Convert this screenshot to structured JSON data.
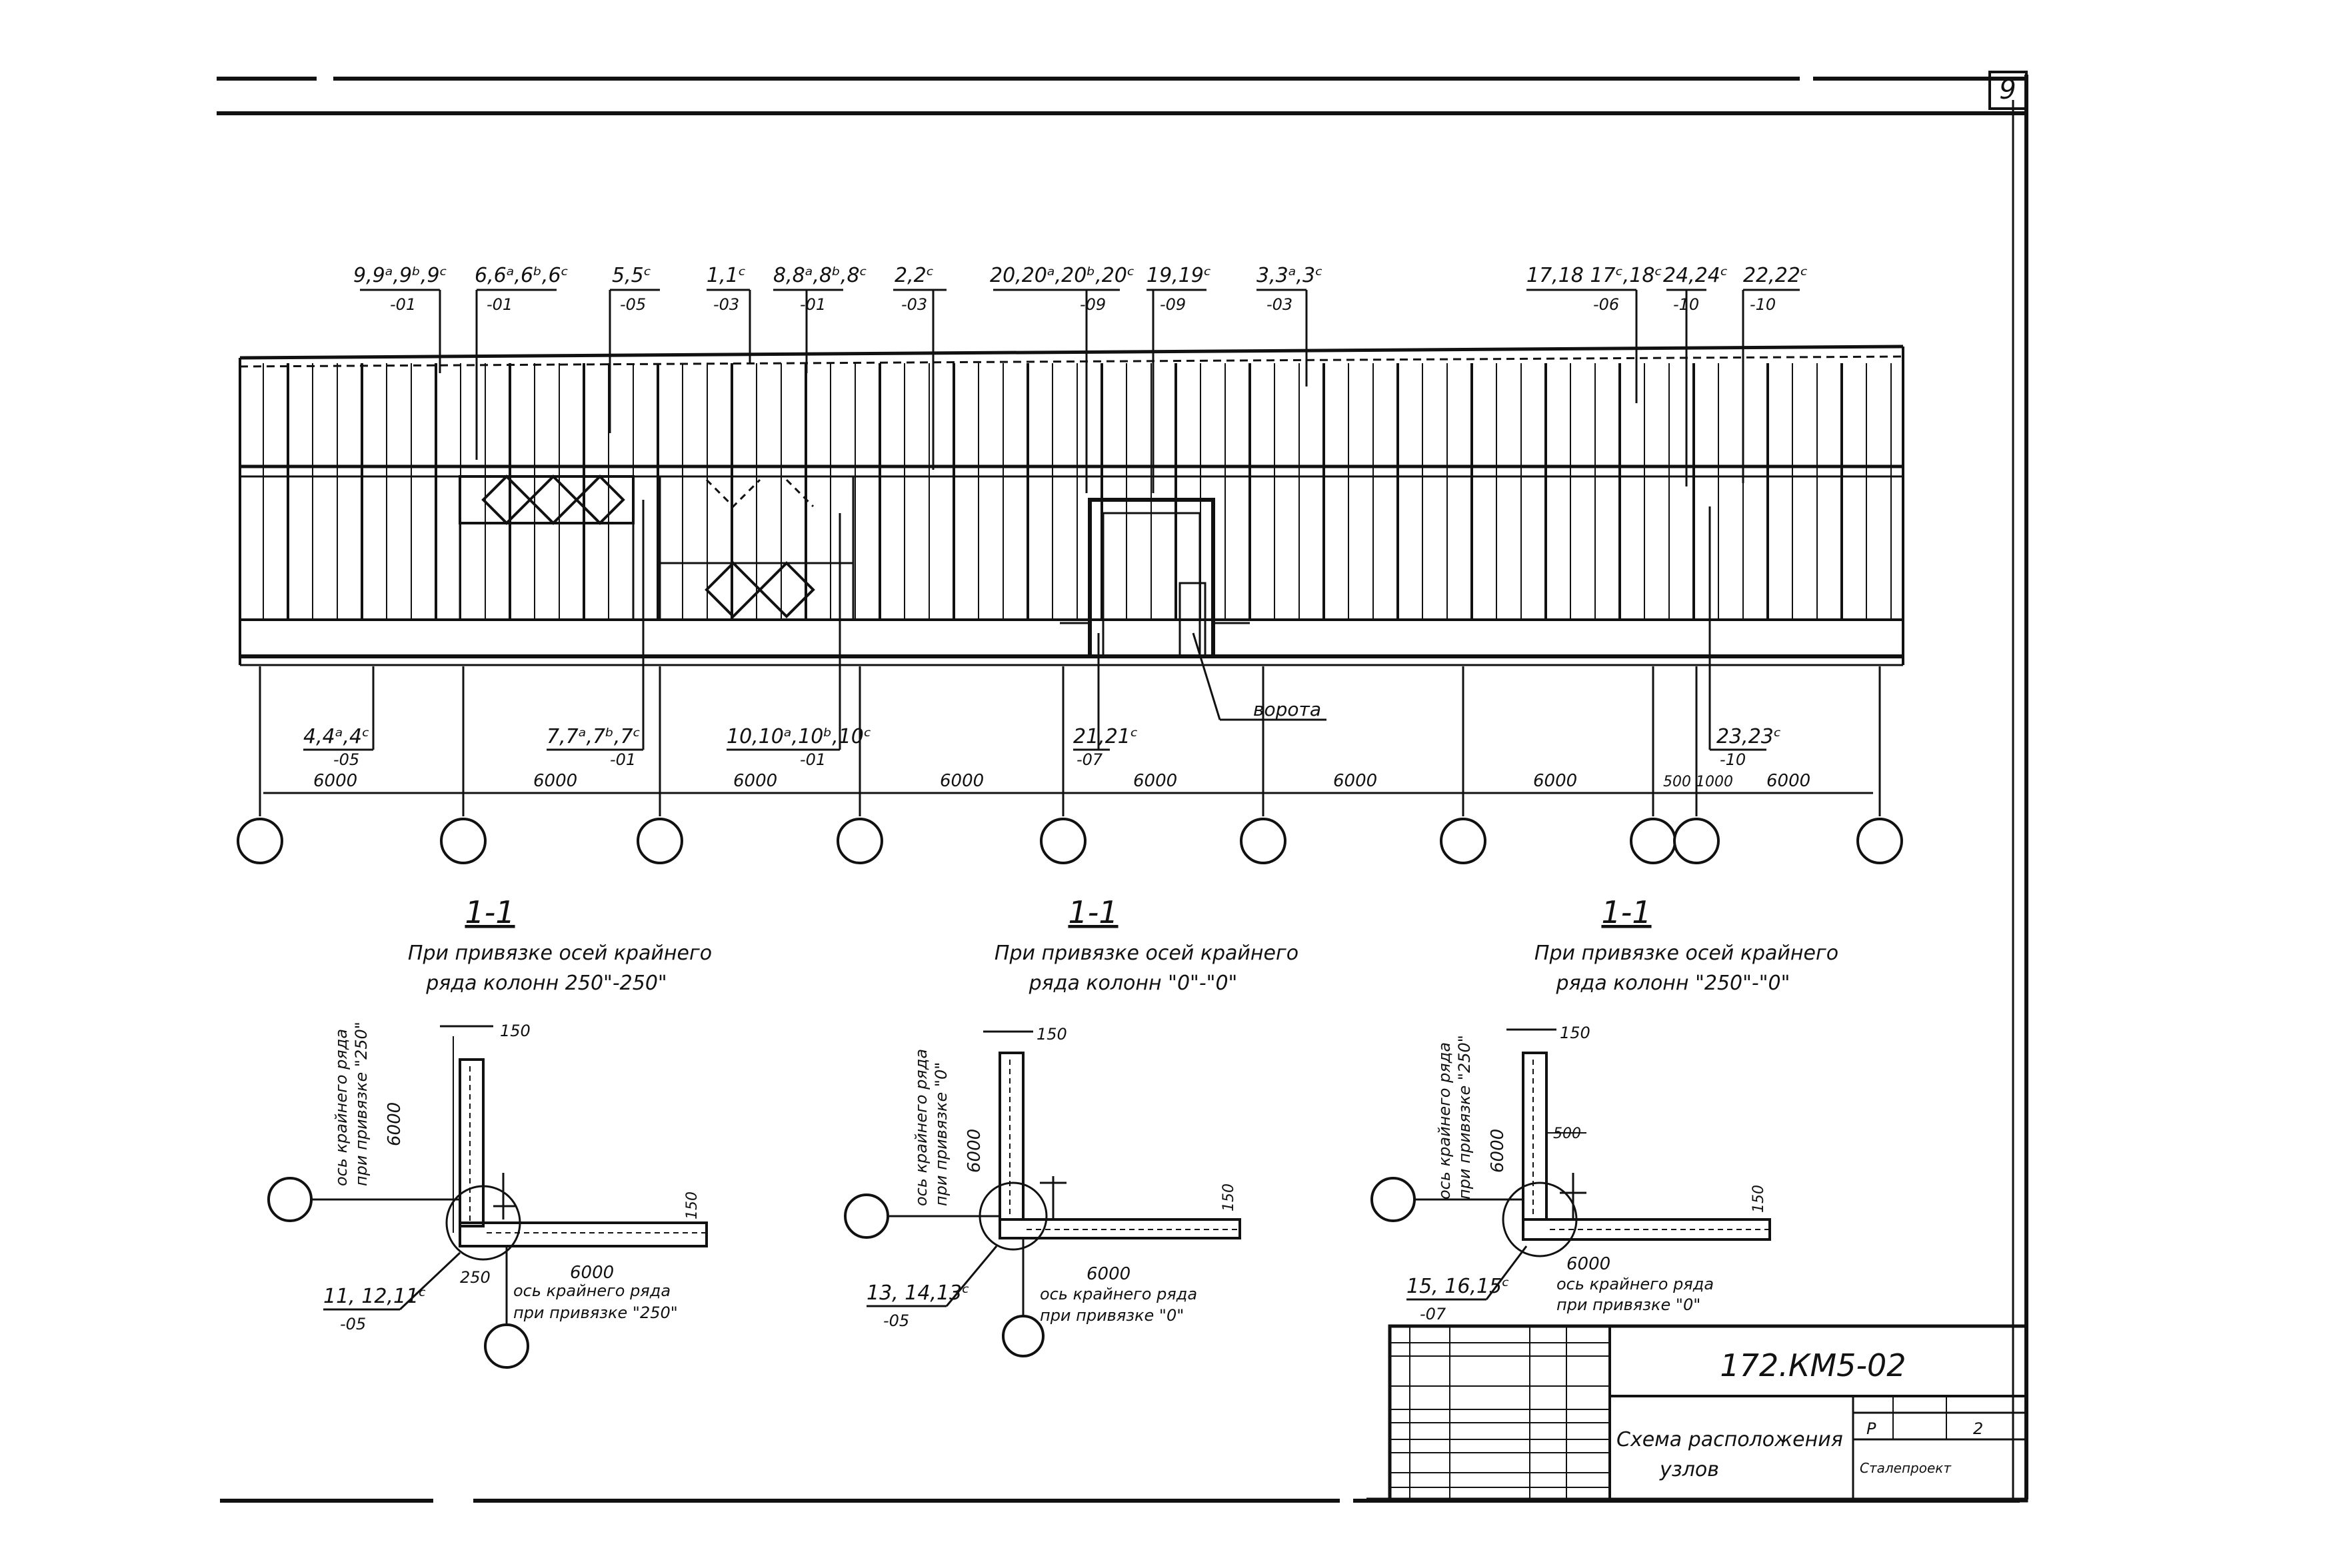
{
  "sheet": {
    "number": "9",
    "code": "172.КМ5-02",
    "title_line1": "Схема расположения",
    "title_line2": "узлов",
    "stamp_cells": [
      "Р",
      "2",
      "",
      "Сталепроект"
    ]
  },
  "elevation": {
    "top_marks": [
      {
        "label": "9,9ᵃ,9ᵇ,9ᶜ",
        "sub": "-01"
      },
      {
        "label": "6,6ᵃ,6ᵇ,6ᶜ",
        "sub": "-01"
      },
      {
        "label": "5,5ᶜ",
        "sub": "-05"
      },
      {
        "label": "1,1ᶜ",
        "sub": "-03"
      },
      {
        "label": "8,8ᵃ,8ᵇ,8ᶜ",
        "sub": "-01"
      },
      {
        "label": "2,2ᶜ",
        "sub": "-03"
      },
      {
        "label": "20,20ᵃ,20ᵇ,20ᶜ",
        "sub": "-09"
      },
      {
        "label": "19,19ᶜ",
        "sub": "-09"
      },
      {
        "label": "3,3ᵃ,3ᶜ",
        "sub": "-03"
      },
      {
        "label": "17,18 17ᶜ,18ᶜ",
        "sub": "-06"
      },
      {
        "label": "24,24ᶜ",
        "sub": "-10"
      },
      {
        "label": "22,22ᶜ",
        "sub": "-10"
      }
    ],
    "bottom_marks": [
      {
        "label": "4,4ᵃ,4ᶜ",
        "sub": "-05"
      },
      {
        "label": "7,7ᵃ,7ᵇ,7ᶜ",
        "sub": "-01"
      },
      {
        "label": "10,10ᵃ,10ᵇ,10ᶜ",
        "sub": "-01"
      },
      {
        "label": "21,21ᶜ",
        "sub": "-07"
      },
      {
        "label": "23,23ᶜ",
        "sub": "-10"
      }
    ],
    "door_label": "ворота",
    "spans": [
      "6000",
      "6000",
      "6000",
      "6000",
      "6000",
      "6000",
      "6000",
      "500 1000",
      "6000"
    ]
  },
  "sections": [
    {
      "title": "1-1",
      "caption1": "При привязке осей крайнего",
      "caption2": "ряда колонн 250\"-250\"",
      "dim_top": "150",
      "dim_side": "6000",
      "dim_bottom": "6000",
      "dim_offset": "250",
      "dim_right": "150",
      "axis_vert1": "ось крайнего ряда",
      "axis_vert2": "при привязке \"250\"",
      "axis_horiz1": "ось крайнего ряда",
      "axis_horiz2": "при привязке \"250\"",
      "node": "11, 12,11ᶜ",
      "node_sub": "-05"
    },
    {
      "title": "1-1",
      "caption1": "При привязке осей крайнего",
      "caption2": "ряда колонн \"0\"-\"0\"",
      "dim_top": "150",
      "dim_side": "6000",
      "dim_bottom": "6000",
      "dim_right": "150",
      "axis_vert1": "ось крайнего ряда",
      "axis_vert2": "при привязке \"0\"",
      "axis_horiz1": "ось крайнего ряда",
      "axis_horiz2": "при привязке \"0\"",
      "node": "13, 14,13ᶜ",
      "node_sub": "-05"
    },
    {
      "title": "1-1",
      "caption1": "При привязке осей крайнего",
      "caption2": "ряда колонн \"250\"-\"0\"",
      "dim_top": "150",
      "dim_side": "6000",
      "dim_bottom": "6000",
      "dim_mid": "500",
      "dim_right": "150",
      "axis_vert1": "ось крайнего ряда",
      "axis_vert2": "при привязке \"250\"",
      "axis_horiz1": "ось крайнего ряда",
      "axis_horiz2": "при привязке \"0\"",
      "node": "15, 16,15ᶜ",
      "node_sub": "-07"
    }
  ]
}
